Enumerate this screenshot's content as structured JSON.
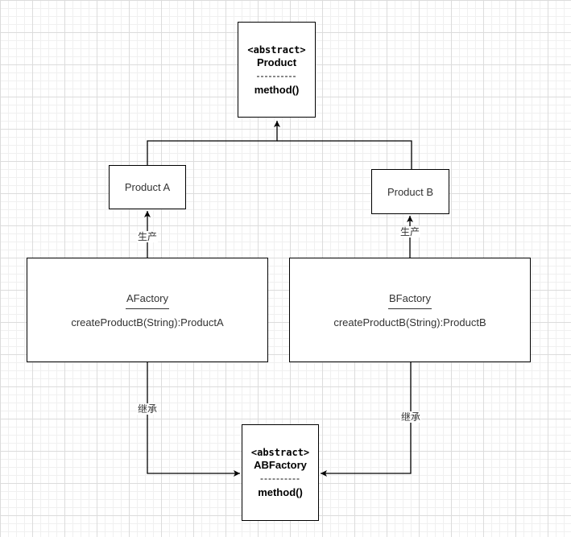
{
  "nodes": {
    "product": {
      "stereotype": "<abstract>",
      "name": "Product",
      "separator": "----------",
      "method": "method()"
    },
    "product_a": {
      "name": "Product A"
    },
    "product_b": {
      "name": "Product B"
    },
    "afactory": {
      "name": "AFactory",
      "method": "createProductB(String):ProductA"
    },
    "bfactory": {
      "name": "BFactory",
      "method": "createProductB(String):ProductB"
    },
    "abfactory": {
      "stereotype": "<abstract>",
      "name": "ABFactory",
      "separator": "----------",
      "method": "method()"
    }
  },
  "edges": {
    "afactory_to_product_a": {
      "label": "生产"
    },
    "bfactory_to_product_b": {
      "label": "生产"
    },
    "afactory_to_abfactory": {
      "label": "继承"
    },
    "bfactory_to_abfactory": {
      "label": "继承"
    }
  }
}
